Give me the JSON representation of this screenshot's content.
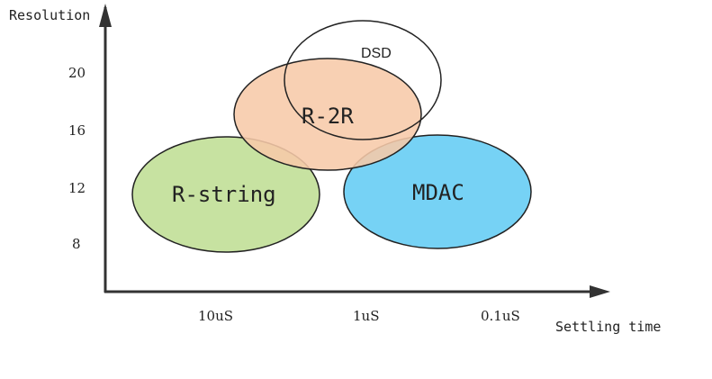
{
  "axes": {
    "y_title": "Resolution",
    "x_title": "Settling time",
    "y_ticks": [
      "20",
      "16",
      "12",
      "8"
    ],
    "x_ticks": [
      "10uS",
      "1uS",
      "0.1uS"
    ]
  },
  "regions": [
    {
      "label": "R-string",
      "color": "#c7e2a1"
    },
    {
      "label": "R-2R",
      "color": "#f7c9a8"
    },
    {
      "label": "MDAC",
      "color": "#76d2f5"
    },
    {
      "label": "DSD",
      "color": "none"
    }
  ],
  "colors": {
    "axis": "#333333",
    "outline": "#222222"
  }
}
